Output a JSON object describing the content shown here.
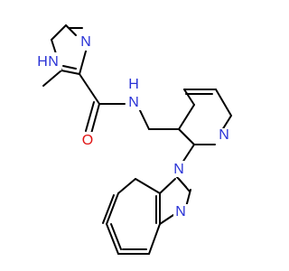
{
  "molecule": {
    "atoms": {
      "nh_imidazole": "H",
      "n_imidazole_h": "N",
      "n_imidazole": "N",
      "n_amide": "N",
      "h_amide": "H",
      "o_carbonyl": "O",
      "n_pyridine": "N",
      "n_benzimidazole_1": "N",
      "n_benzimidazole_3": "N"
    },
    "colors": {
      "nitrogen": "#2a33d6",
      "oxygen": "#e01414",
      "carbon": "#000000"
    }
  }
}
